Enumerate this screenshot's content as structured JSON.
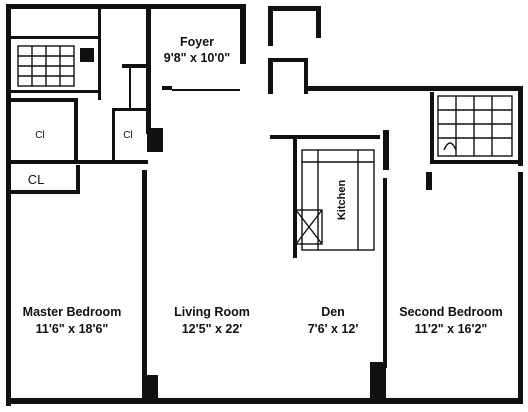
{
  "rooms": {
    "foyer": {
      "name": "Foyer",
      "dims": "9'8\" x 10'0\""
    },
    "master_bedroom": {
      "name": "Master Bedroom",
      "dims": "11'6\" x 18'6\""
    },
    "living_room": {
      "name": "Living Room",
      "dims": "12'5\" x 22'"
    },
    "den": {
      "name": "Den",
      "dims": "7'6' x 12'"
    },
    "second_bedroom": {
      "name": "Second Bedroom",
      "dims": "11'2\" x 16'2\""
    },
    "kitchen": {
      "name": "Kitchen"
    }
  },
  "closets": {
    "closet_1": "Cl",
    "closet_2": "Cl",
    "closet_3": "CL"
  }
}
